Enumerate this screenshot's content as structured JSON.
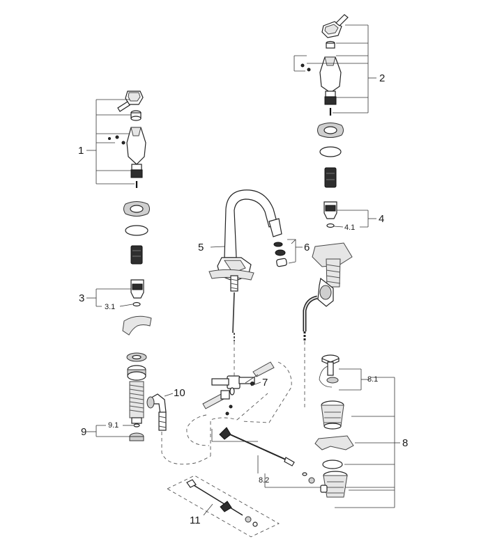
{
  "callouts": {
    "c1": "1",
    "c2": "2",
    "c3": "3",
    "c3_1": "3.1",
    "c4": "4",
    "c4_1": "4.1",
    "c5": "5",
    "c6": "6",
    "c7": "7",
    "c8": "8",
    "c8_1": "8.1",
    "c8_2": "8.2",
    "c9": "9",
    "c9_1": "9.1",
    "c10": "10",
    "c11": "11"
  }
}
